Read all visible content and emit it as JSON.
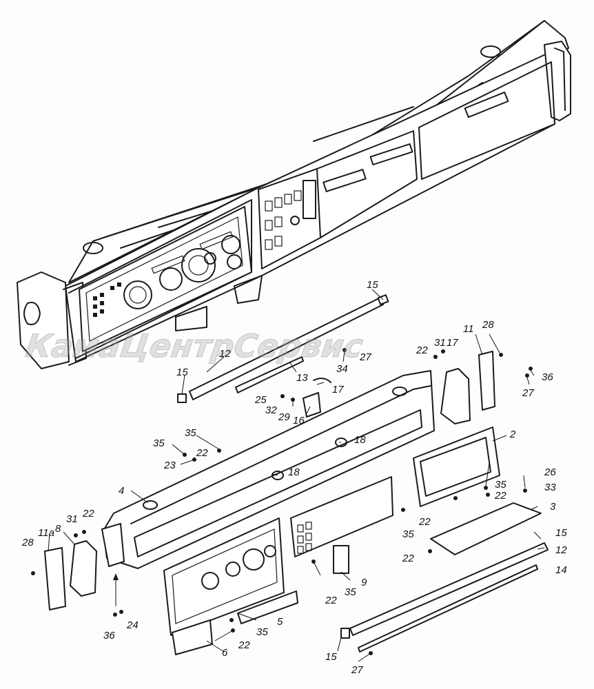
{
  "watermark": "КамаЦентрСервис",
  "callouts": [
    {
      "id": "c15a",
      "text": "15"
    },
    {
      "id": "c12a",
      "text": "12"
    },
    {
      "id": "c13",
      "text": "13"
    },
    {
      "id": "c17a",
      "text": "17"
    },
    {
      "id": "c15b",
      "text": "15"
    },
    {
      "id": "c34",
      "text": "34"
    },
    {
      "id": "c27a",
      "text": "27"
    },
    {
      "id": "c22a",
      "text": "22"
    },
    {
      "id": "c31a",
      "text": "31"
    },
    {
      "id": "c17b",
      "text": "17"
    },
    {
      "id": "c11",
      "text": "11"
    },
    {
      "id": "c28a",
      "text": "28"
    },
    {
      "id": "c36a",
      "text": "36"
    },
    {
      "id": "c27b",
      "text": "27"
    },
    {
      "id": "c25",
      "text": "25"
    },
    {
      "id": "c32",
      "text": "32"
    },
    {
      "id": "c29",
      "text": "29"
    },
    {
      "id": "c16",
      "text": "16"
    },
    {
      "id": "c18a",
      "text": "18"
    },
    {
      "id": "c18b",
      "text": "18"
    },
    {
      "id": "c35a",
      "text": "35"
    },
    {
      "id": "c35b",
      "text": "35"
    },
    {
      "id": "c22b",
      "text": "22"
    },
    {
      "id": "c23",
      "text": "23"
    },
    {
      "id": "c4",
      "text": "4"
    },
    {
      "id": "c2",
      "text": "2"
    },
    {
      "id": "c35c",
      "text": "35"
    },
    {
      "id": "c22c",
      "text": "22"
    },
    {
      "id": "c22d",
      "text": "22"
    },
    {
      "id": "c26",
      "text": "26"
    },
    {
      "id": "c33",
      "text": "33"
    },
    {
      "id": "c3",
      "text": "3"
    },
    {
      "id": "c35d",
      "text": "35"
    },
    {
      "id": "c22e",
      "text": "22"
    },
    {
      "id": "c15c",
      "text": "15"
    },
    {
      "id": "c12b",
      "text": "12"
    },
    {
      "id": "c14",
      "text": "14"
    },
    {
      "id": "c28b",
      "text": "28"
    },
    {
      "id": "c11a",
      "text": "11а"
    },
    {
      "id": "c8",
      "text": "8"
    },
    {
      "id": "c31b",
      "text": "31"
    },
    {
      "id": "c22f",
      "text": "22"
    },
    {
      "id": "c22g",
      "text": "22"
    },
    {
      "id": "c35e",
      "text": "35"
    },
    {
      "id": "c9",
      "text": "9"
    },
    {
      "id": "c36b",
      "text": "36"
    },
    {
      "id": "c24",
      "text": "24"
    },
    {
      "id": "c35f",
      "text": "35"
    },
    {
      "id": "c5",
      "text": "5"
    },
    {
      "id": "c22h",
      "text": "22"
    },
    {
      "id": "c6",
      "text": "6"
    },
    {
      "id": "c15d",
      "text": "15"
    },
    {
      "id": "c27c",
      "text": "27"
    }
  ]
}
